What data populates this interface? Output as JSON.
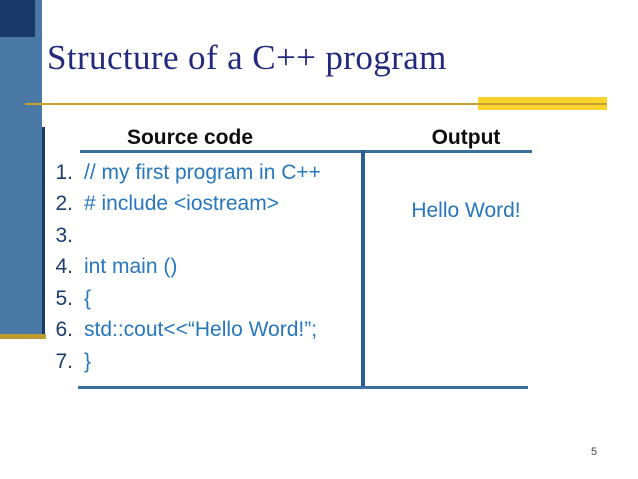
{
  "slide": {
    "title": "Structure of a C++ program",
    "page_number": "5"
  },
  "table": {
    "source_header": "Source code",
    "output_header": "Output",
    "output_text": "Hello Word!",
    "code_lines": [
      {
        "num": "1.",
        "code": "// my first program in C++"
      },
      {
        "num": "2.",
        "code": "# include <iostream>"
      },
      {
        "num": "3.",
        "code": ""
      },
      {
        "num": "4.",
        "code": "int main ()"
      },
      {
        "num": "5.",
        "code": "{"
      },
      {
        "num": "6.",
        "code": "std::cout<<“Hello Word!”;"
      },
      {
        "num": "7.",
        "code": "}"
      }
    ]
  },
  "colors": {
    "sidebar_blue": "#4A79A6",
    "navy_accent": "#1B3968",
    "title_navy": "#232A7D",
    "gold_line": "#C79F2D",
    "bright_yellow": "#FFD32E",
    "table_line_blue": "#3A6F9E",
    "divider_blue": "#2B5F8F",
    "code_blue": "#2777BE",
    "line_number_navy": "#1C3C6E"
  }
}
